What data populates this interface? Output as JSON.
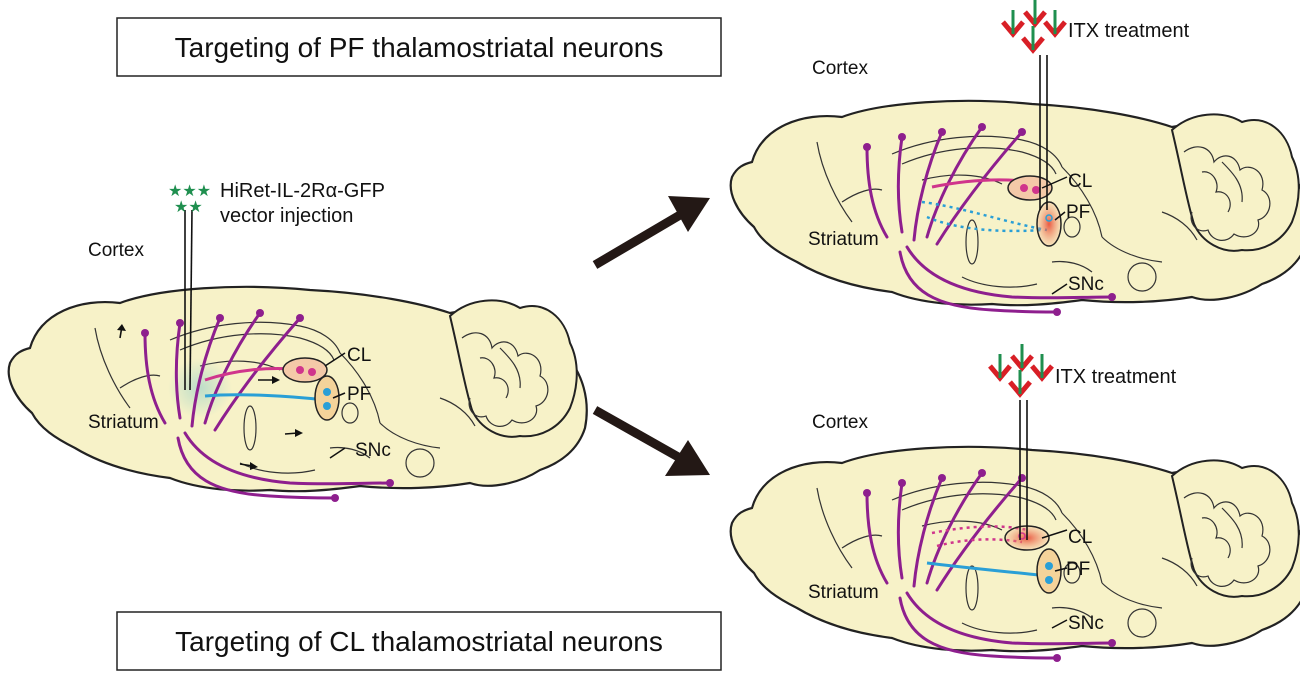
{
  "titles": {
    "pf": "Targeting of PF thalamostriatal neurons",
    "cl": "Targeting of CL thalamostriatal neurons"
  },
  "injection": {
    "line1": "HiRet-IL-2Rα-GFP",
    "line2": "vector injection"
  },
  "treatment": "ITX treatment",
  "labels": {
    "cortex": "Cortex",
    "striatum": "Striatum",
    "cl": "CL",
    "pf": "PF",
    "snc": "SNc"
  },
  "colors": {
    "brain_fill": "#f7f2c8",
    "cortical_axon": "#8e1f8e",
    "cl_projection": "#d0358c",
    "pf_projection": "#2a9fd6",
    "gfp": "#1f8f4f",
    "immunotoxin_red": "#d81f26",
    "immunotoxin_green": "#1f8f4f"
  },
  "icons": [
    "gfp-vector-star-icon",
    "immunotoxin-icon",
    "right-arrow-icon"
  ]
}
